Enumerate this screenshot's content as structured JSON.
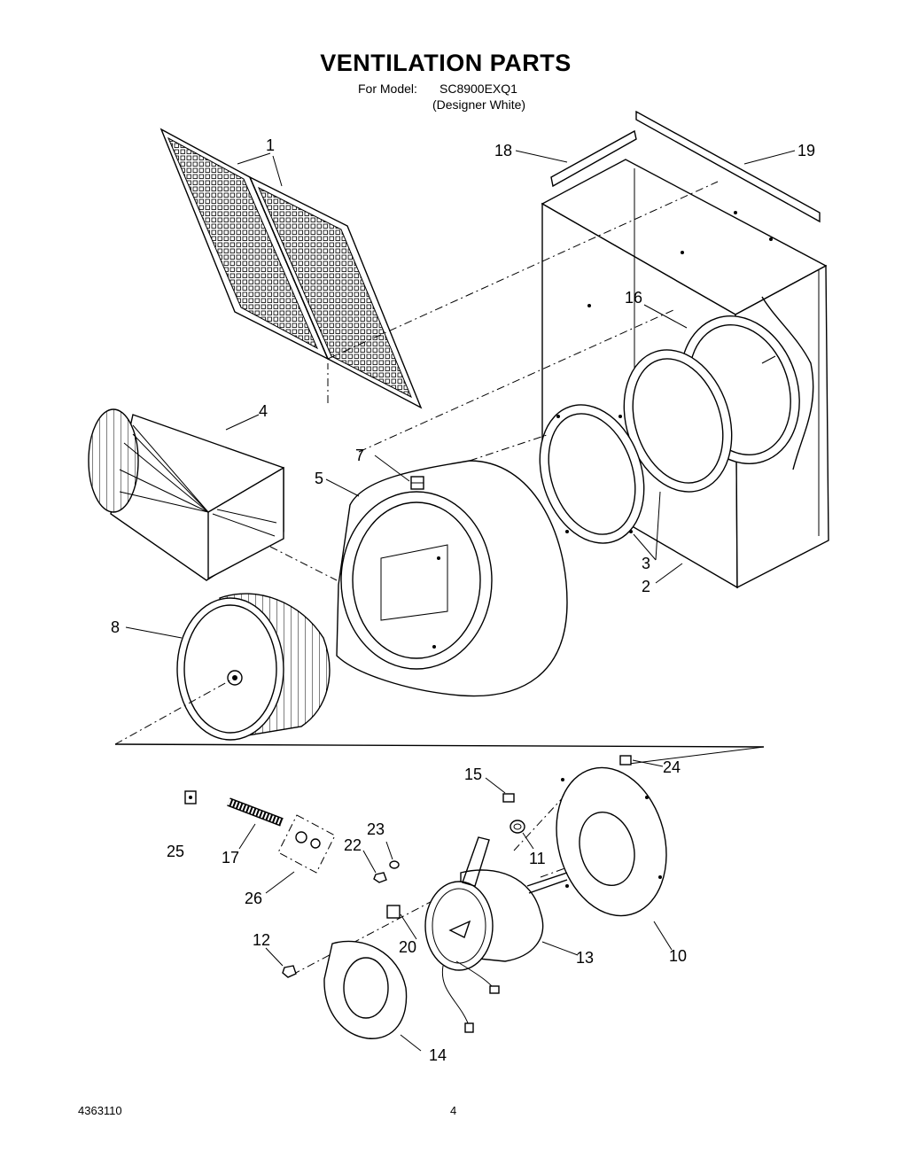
{
  "header": {
    "title": "VENTILATION PARTS",
    "model_label": "For Model:",
    "model_number": "SC8900EXQ1",
    "variant": "(Designer White)"
  },
  "footer": {
    "document_number": "4363110",
    "page_number": "4"
  },
  "callouts": [
    "1",
    "2",
    "3",
    "4",
    "5",
    "7",
    "8",
    "10",
    "11",
    "12",
    "13",
    "14",
    "15",
    "16",
    "17",
    "18",
    "19",
    "20",
    "22",
    "23",
    "24",
    "25",
    "26"
  ]
}
